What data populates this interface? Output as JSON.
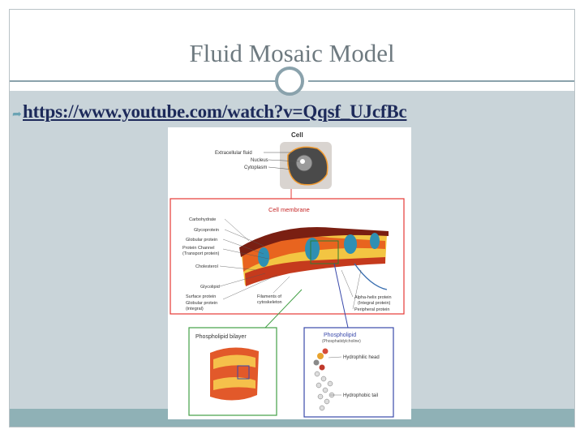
{
  "slide": {
    "title": "Fluid Mosaic Model",
    "link_text": "https://www.youtube.com/watch?v=Qqsf_UJcfBc",
    "bullet_icon": "curved-arrow-bullet-icon"
  },
  "figure": {
    "cell_title": "Cell",
    "cell_labels": [
      "Extracellular fluid",
      "Nucleus",
      "Cytoplasm"
    ],
    "membrane_title": "Cell membrane",
    "membrane_left_labels": [
      "Carbohydrate",
      "Glycoprotein",
      "Globular protein",
      "Protein Channel",
      "(Transport protein)",
      "Cholesterol",
      "Glycolipid",
      "Surface protein",
      "Globular protein",
      "(integral)"
    ],
    "membrane_right_labels": [
      "Alpha-helix protein",
      "(Integral protein)",
      "Peripheral protein"
    ],
    "filament_labels": [
      "Filaments of",
      "cytoskeleton"
    ],
    "bilayer_title": "Phospholipid bilayer",
    "phospholipid_title": "Phospholipid",
    "phospholipid_subtitle": "(Phosphatidylcholine)",
    "head_label": "Hydrophilic head",
    "tail_label": "Hydrophobic tail"
  },
  "colors": {
    "title": "#6e7a80",
    "link": "#1d2a5a",
    "content_bg": "#c9d4d9",
    "footer_bg": "#8fb1b6",
    "membrane_border": "#e53935",
    "bilayer_border": "#43a047",
    "phospholipid_border": "#3949ab"
  }
}
